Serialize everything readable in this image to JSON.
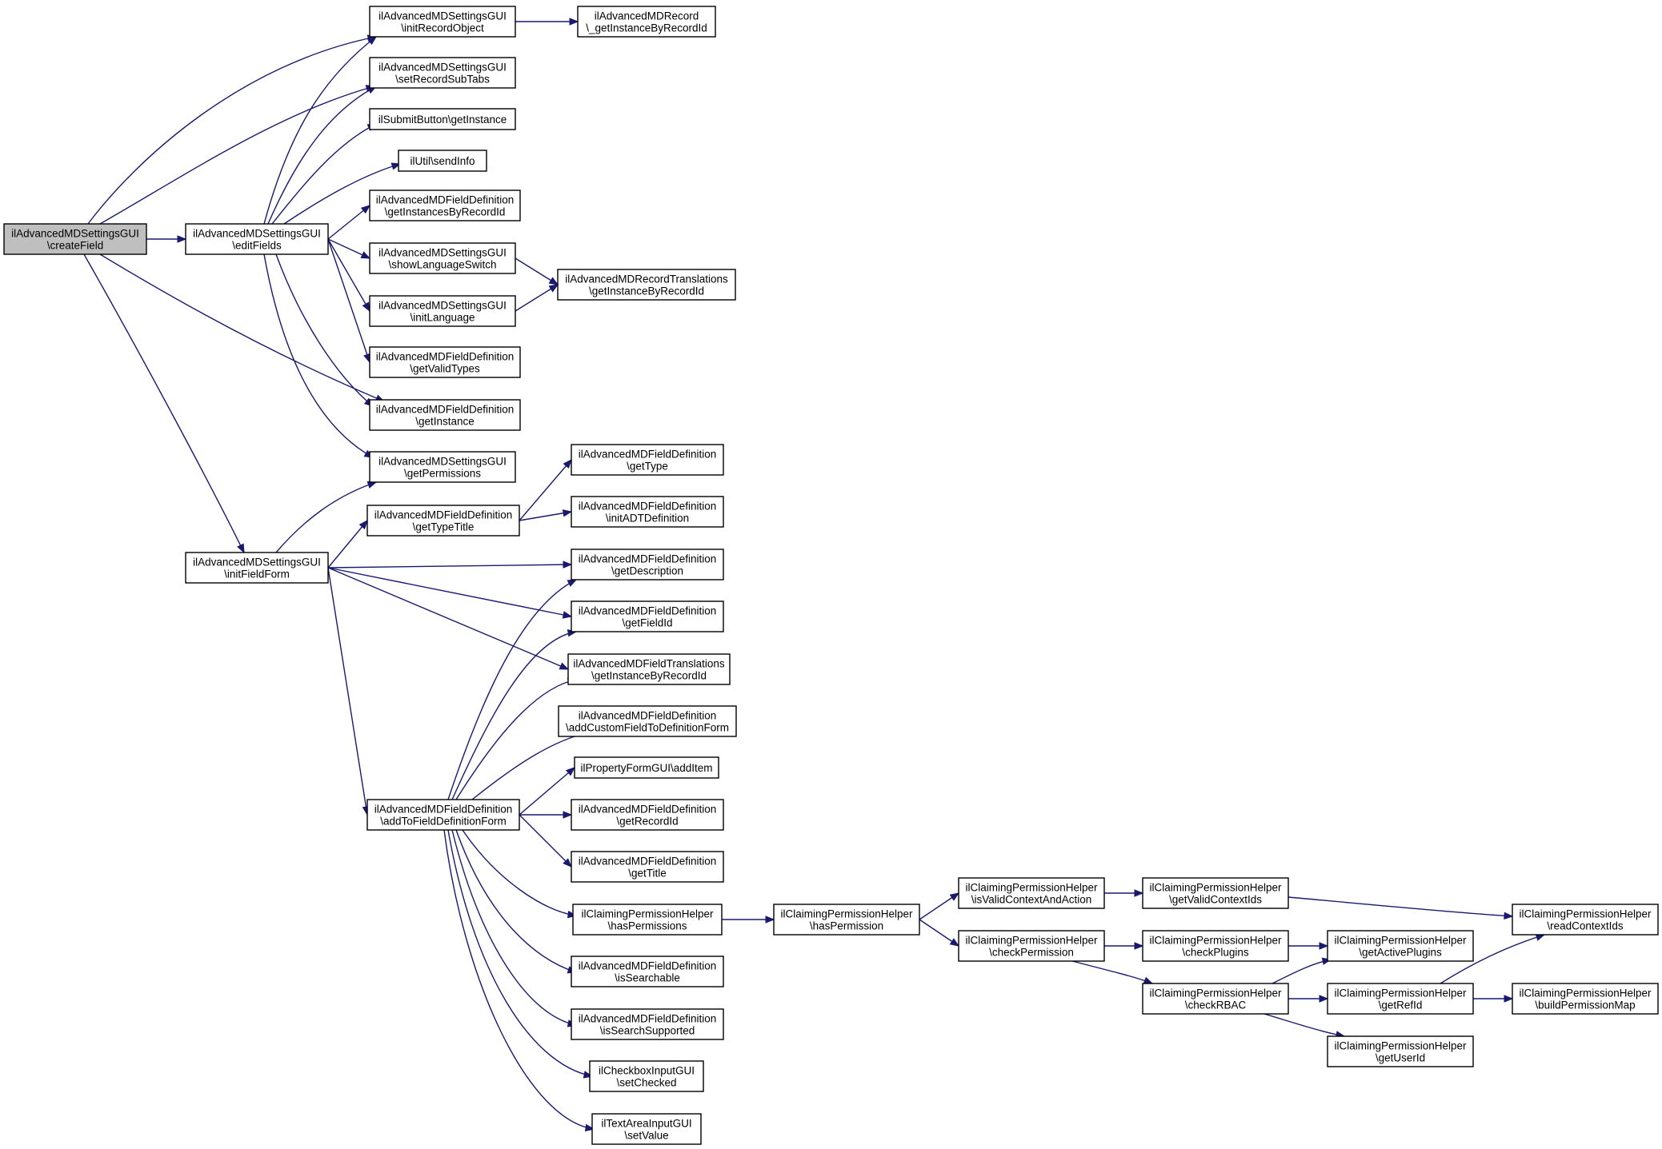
{
  "colors": {
    "edge": "#191970",
    "root_fill": "#bfbfbf",
    "node_fill": "#ffffff",
    "border": "#000000"
  },
  "nodes": [
    {
      "id": "createField",
      "lines": [
        "ilAdvancedMDSettingsGUI",
        "\\createField"
      ],
      "root": true
    },
    {
      "id": "editFields",
      "lines": [
        "ilAdvancedMDSettingsGUI",
        "\\editFields"
      ]
    },
    {
      "id": "initFieldForm",
      "lines": [
        "ilAdvancedMDSettingsGUI",
        "\\initFieldForm"
      ]
    },
    {
      "id": "initRecordObject",
      "lines": [
        "ilAdvancedMDSettingsGUI",
        "\\initRecordObject"
      ]
    },
    {
      "id": "recGetInstance",
      "lines": [
        "ilAdvancedMDRecord",
        "\\_getInstanceByRecordId"
      ]
    },
    {
      "id": "setRecordSubTabs",
      "lines": [
        "ilAdvancedMDSettingsGUI",
        "\\setRecordSubTabs"
      ]
    },
    {
      "id": "submitGetInstance",
      "lines": [
        "ilSubmitButton\\getInstance"
      ]
    },
    {
      "id": "sendInfo",
      "lines": [
        "ilUtil\\sendInfo"
      ]
    },
    {
      "id": "getInstancesByRecordId",
      "lines": [
        "ilAdvancedMDFieldDefinition",
        "\\getInstancesByRecordId"
      ]
    },
    {
      "id": "showLanguageSwitch",
      "lines": [
        "ilAdvancedMDSettingsGUI",
        "\\showLanguageSwitch"
      ]
    },
    {
      "id": "recTransGetInstance",
      "lines": [
        "ilAdvancedMDRecordTranslations",
        "\\getInstanceByRecordId"
      ]
    },
    {
      "id": "initLanguage",
      "lines": [
        "ilAdvancedMDSettingsGUI",
        "\\initLanguage"
      ]
    },
    {
      "id": "getValidTypes",
      "lines": [
        "ilAdvancedMDFieldDefinition",
        "\\getValidTypes"
      ]
    },
    {
      "id": "fdGetInstance",
      "lines": [
        "ilAdvancedMDFieldDefinition",
        "\\getInstance"
      ]
    },
    {
      "id": "getPermissions",
      "lines": [
        "ilAdvancedMDSettingsGUI",
        "\\getPermissions"
      ]
    },
    {
      "id": "getType",
      "lines": [
        "ilAdvancedMDFieldDefinition",
        "\\getType"
      ]
    },
    {
      "id": "getTypeTitle",
      "lines": [
        "ilAdvancedMDFieldDefinition",
        "\\getTypeTitle"
      ]
    },
    {
      "id": "initADTDefinition",
      "lines": [
        "ilAdvancedMDFieldDefinition",
        "\\initADTDefinition"
      ]
    },
    {
      "id": "getDescription",
      "lines": [
        "ilAdvancedMDFieldDefinition",
        "\\getDescription"
      ]
    },
    {
      "id": "getFieldId",
      "lines": [
        "ilAdvancedMDFieldDefinition",
        "\\getFieldId"
      ]
    },
    {
      "id": "fieldTransGetInstance",
      "lines": [
        "ilAdvancedMDFieldTranslations",
        "\\getInstanceByRecordId"
      ]
    },
    {
      "id": "addCustomField",
      "lines": [
        "ilAdvancedMDFieldDefinition",
        "\\addCustomFieldToDefinitionForm"
      ]
    },
    {
      "id": "addItem",
      "lines": [
        "ilPropertyFormGUI\\addItem"
      ]
    },
    {
      "id": "addToFieldDefinitionForm",
      "lines": [
        "ilAdvancedMDFieldDefinition",
        "\\addToFieldDefinitionForm"
      ]
    },
    {
      "id": "getRecordId",
      "lines": [
        "ilAdvancedMDFieldDefinition",
        "\\getRecordId"
      ]
    },
    {
      "id": "getTitle",
      "lines": [
        "ilAdvancedMDFieldDefinition",
        "\\getTitle"
      ]
    },
    {
      "id": "hasPermissions",
      "lines": [
        "ilClaimingPermissionHelper",
        "\\hasPermissions"
      ]
    },
    {
      "id": "isSearchable",
      "lines": [
        "ilAdvancedMDFieldDefinition",
        "\\isSearchable"
      ]
    },
    {
      "id": "isSearchSupported",
      "lines": [
        "ilAdvancedMDFieldDefinition",
        "\\isSearchSupported"
      ]
    },
    {
      "id": "setChecked",
      "lines": [
        "ilCheckboxInputGUI",
        "\\setChecked"
      ]
    },
    {
      "id": "setValue",
      "lines": [
        "ilTextAreaInputGUI",
        "\\setValue"
      ]
    },
    {
      "id": "hasPermission",
      "lines": [
        "ilClaimingPermissionHelper",
        "\\hasPermission"
      ]
    },
    {
      "id": "isValidContextAndAction",
      "lines": [
        "ilClaimingPermissionHelper",
        "\\isValidContextAndAction"
      ]
    },
    {
      "id": "checkPermission",
      "lines": [
        "ilClaimingPermissionHelper",
        "\\checkPermission"
      ]
    },
    {
      "id": "getValidContextIds",
      "lines": [
        "ilClaimingPermissionHelper",
        "\\getValidContextIds"
      ]
    },
    {
      "id": "checkPlugins",
      "lines": [
        "ilClaimingPermissionHelper",
        "\\checkPlugins"
      ]
    },
    {
      "id": "checkRBAC",
      "lines": [
        "ilClaimingPermissionHelper",
        "\\checkRBAC"
      ]
    },
    {
      "id": "getActivePlugins",
      "lines": [
        "ilClaimingPermissionHelper",
        "\\getActivePlugins"
      ]
    },
    {
      "id": "getRefId",
      "lines": [
        "ilClaimingPermissionHelper",
        "\\getRefId"
      ]
    },
    {
      "id": "getUserId",
      "lines": [
        "ilClaimingPermissionHelper",
        "\\getUserId"
      ]
    },
    {
      "id": "readContextIds",
      "lines": [
        "ilClaimingPermissionHelper",
        "\\readContextIds"
      ]
    },
    {
      "id": "buildPermissionMap",
      "lines": [
        "ilClaimingPermissionHelper",
        "\\buildPermissionMap"
      ]
    }
  ],
  "edges": [
    [
      "createField",
      "editFields"
    ],
    [
      "createField",
      "initRecordObject"
    ],
    [
      "createField",
      "setRecordSubTabs"
    ],
    [
      "createField",
      "fdGetInstance"
    ],
    [
      "createField",
      "initFieldForm"
    ],
    [
      "initRecordObject",
      "recGetInstance"
    ],
    [
      "editFields",
      "initRecordObject"
    ],
    [
      "editFields",
      "setRecordSubTabs"
    ],
    [
      "editFields",
      "submitGetInstance"
    ],
    [
      "editFields",
      "sendInfo"
    ],
    [
      "editFields",
      "getInstancesByRecordId"
    ],
    [
      "editFields",
      "showLanguageSwitch"
    ],
    [
      "editFields",
      "initLanguage"
    ],
    [
      "editFields",
      "getValidTypes"
    ],
    [
      "editFields",
      "fdGetInstance"
    ],
    [
      "editFields",
      "getPermissions"
    ],
    [
      "showLanguageSwitch",
      "recTransGetInstance"
    ],
    [
      "initLanguage",
      "recTransGetInstance"
    ],
    [
      "initFieldForm",
      "getPermissions"
    ],
    [
      "initFieldForm",
      "getTypeTitle"
    ],
    [
      "initFieldForm",
      "getDescription"
    ],
    [
      "initFieldForm",
      "getFieldId"
    ],
    [
      "initFieldForm",
      "fieldTransGetInstance"
    ],
    [
      "initFieldForm",
      "addToFieldDefinitionForm"
    ],
    [
      "getTypeTitle",
      "getType"
    ],
    [
      "getTypeTitle",
      "initADTDefinition"
    ],
    [
      "addToFieldDefinitionForm",
      "getDescription"
    ],
    [
      "addToFieldDefinitionForm",
      "getFieldId"
    ],
    [
      "addToFieldDefinitionForm",
      "fieldTransGetInstance"
    ],
    [
      "addToFieldDefinitionForm",
      "addCustomField"
    ],
    [
      "addToFieldDefinitionForm",
      "addItem"
    ],
    [
      "addToFieldDefinitionForm",
      "getRecordId"
    ],
    [
      "addToFieldDefinitionForm",
      "getTitle"
    ],
    [
      "addToFieldDefinitionForm",
      "hasPermissions"
    ],
    [
      "addToFieldDefinitionForm",
      "isSearchable"
    ],
    [
      "addToFieldDefinitionForm",
      "isSearchSupported"
    ],
    [
      "addToFieldDefinitionForm",
      "setChecked"
    ],
    [
      "addToFieldDefinitionForm",
      "setValue"
    ],
    [
      "hasPermissions",
      "hasPermission"
    ],
    [
      "hasPermission",
      "isValidContextAndAction"
    ],
    [
      "hasPermission",
      "checkPermission"
    ],
    [
      "isValidContextAndAction",
      "getValidContextIds"
    ],
    [
      "getValidContextIds",
      "readContextIds"
    ],
    [
      "checkPermission",
      "checkPlugins"
    ],
    [
      "checkPermission",
      "checkRBAC"
    ],
    [
      "checkPlugins",
      "getActivePlugins"
    ],
    [
      "checkRBAC",
      "getActivePlugins"
    ],
    [
      "checkRBAC",
      "getRefId"
    ],
    [
      "checkRBAC",
      "getUserId"
    ],
    [
      "getRefId",
      "readContextIds"
    ],
    [
      "getRefId",
      "buildPermissionMap"
    ]
  ]
}
